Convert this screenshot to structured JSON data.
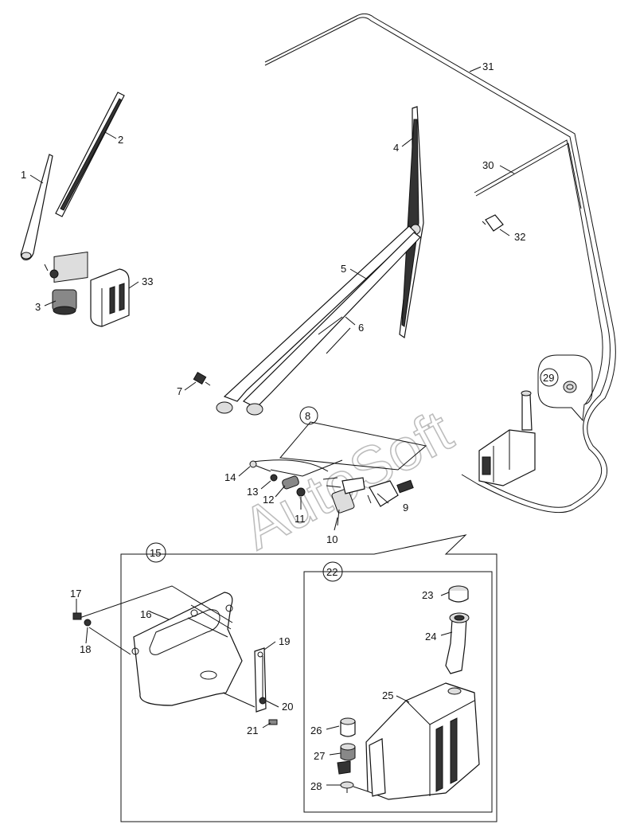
{
  "watermark": "AutoSoft",
  "callouts": [
    {
      "id": "c1",
      "text": "1"
    },
    {
      "id": "c2",
      "text": "2"
    },
    {
      "id": "c3",
      "text": "3"
    },
    {
      "id": "c4",
      "text": "4"
    },
    {
      "id": "c5",
      "text": "5"
    },
    {
      "id": "c6",
      "text": "6"
    },
    {
      "id": "c7",
      "text": "7"
    },
    {
      "id": "c8",
      "text": "8"
    },
    {
      "id": "c9",
      "text": "9"
    },
    {
      "id": "c10",
      "text": "10"
    },
    {
      "id": "c11",
      "text": "11"
    },
    {
      "id": "c12",
      "text": "12"
    },
    {
      "id": "c13",
      "text": "13"
    },
    {
      "id": "c14",
      "text": "14"
    },
    {
      "id": "c15",
      "text": "15"
    },
    {
      "id": "c16",
      "text": "16"
    },
    {
      "id": "c17",
      "text": "17"
    },
    {
      "id": "c18",
      "text": "18"
    },
    {
      "id": "c19",
      "text": "19"
    },
    {
      "id": "c20",
      "text": "20"
    },
    {
      "id": "c21",
      "text": "21"
    },
    {
      "id": "c22",
      "text": "22"
    },
    {
      "id": "c23",
      "text": "23"
    },
    {
      "id": "c24",
      "text": "24"
    },
    {
      "id": "c25",
      "text": "25"
    },
    {
      "id": "c26",
      "text": "26"
    },
    {
      "id": "c27",
      "text": "27"
    },
    {
      "id": "c28",
      "text": "28"
    },
    {
      "id": "c29",
      "text": "29"
    },
    {
      "id": "c30",
      "text": "30"
    },
    {
      "id": "c31",
      "text": "31"
    },
    {
      "id": "c32",
      "text": "32"
    },
    {
      "id": "c33",
      "text": "33"
    }
  ]
}
